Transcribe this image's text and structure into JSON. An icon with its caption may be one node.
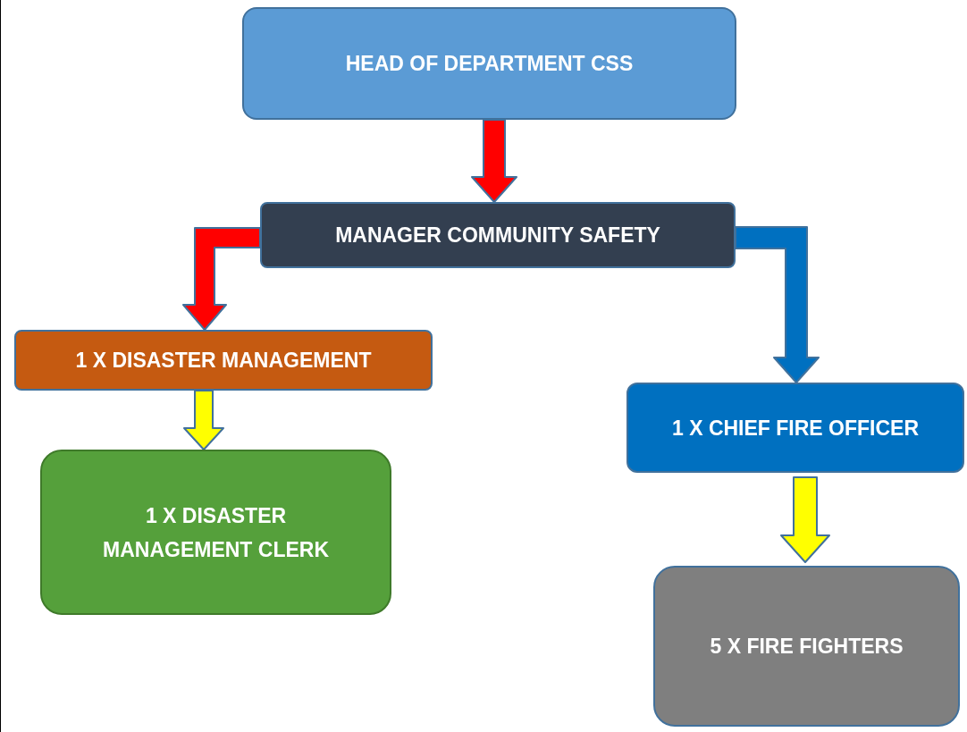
{
  "diagram": {
    "nodes": [
      {
        "text": [
          "HEAD OF DEPARTMENT CSS"
        ]
      },
      {
        "text": [
          "MANAGER COMMUNITY SAFETY"
        ]
      },
      {
        "text": [
          "1 X DISASTER MANAGEMENT"
        ]
      },
      {
        "text": [
          "1 X DISASTER MANAGEMENT CLERK"
        ]
      },
      {
        "text": [
          "1 X CHIEF FIRE OFFICER"
        ]
      },
      {
        "text": [
          "5 X FIRE FIGHTERS"
        ]
      }
    ],
    "edges": [
      {
        "from": 0,
        "to": 1,
        "arrow": "to",
        "style": "thick",
        "color": "#ff0000"
      },
      {
        "from": 1,
        "to": 2,
        "arrow": "to",
        "style": "thick",
        "color": "#ff0000"
      },
      {
        "from": 1,
        "to": 4,
        "arrow": "to",
        "style": "thick",
        "color": "#0070c0"
      },
      {
        "from": 2,
        "to": 3,
        "arrow": "to",
        "style": "thick",
        "color": "#ffff00"
      },
      {
        "from": 4,
        "to": 5,
        "arrow": "to",
        "style": "thick",
        "color": "#ffff00"
      }
    ]
  }
}
